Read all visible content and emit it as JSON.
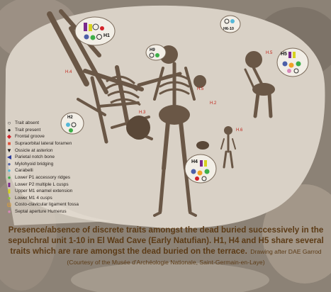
{
  "colors": {
    "background": "#8c8276",
    "sheet": "#d9d1c6",
    "bone": "#6a5746",
    "caption": "#5c3b16",
    "red_label": "#c0271c"
  },
  "burials": [
    {
      "id": "h1",
      "label": "H1"
    },
    {
      "id": "h9",
      "label": "H9"
    },
    {
      "id": "h6_10",
      "label": "H6-10"
    },
    {
      "id": "h5",
      "label": "H5"
    },
    {
      "id": "h2",
      "label": "H2"
    },
    {
      "id": "h4",
      "label": "H4"
    }
  ],
  "red_labels": [
    "H.4",
    "H.3",
    "H.5",
    "H.2",
    "H.5",
    "H.6"
  ],
  "legend": [
    {
      "icon": "open-circle-icon",
      "symbol": "○",
      "color": "#222222",
      "label": "Trait absent"
    },
    {
      "icon": "filled-circle-icon",
      "symbol": "●",
      "color": "#222222",
      "label": "Trait present"
    },
    {
      "icon": "diamond-icon",
      "symbol": "◆",
      "color": "#d2232a",
      "label": "Frontal groove"
    },
    {
      "icon": "square-icon",
      "symbol": "■",
      "color": "#e0533a",
      "label": "Supraorbital lateral foramen"
    },
    {
      "icon": "wedge-icon",
      "symbol": "▼",
      "color": "#1c1c1c",
      "label": "Ossicle at asterion"
    },
    {
      "icon": "triangle-icon",
      "symbol": "◀",
      "color": "#2a3a9a",
      "label": "Parietal notch bone"
    },
    {
      "icon": "circle-icon",
      "symbol": "●",
      "color": "#4d5fa8",
      "label": "Mylohyoid bridging"
    },
    {
      "icon": "circle-icon",
      "symbol": "●",
      "color": "#55b8d8",
      "label": "Carabelli"
    },
    {
      "icon": "circle-icon",
      "symbol": "●",
      "color": "#3cae48",
      "label": "Lower P1 accessory ridges"
    },
    {
      "icon": "bar-icon",
      "symbol": "▮",
      "color": "#7a2a8c",
      "label": "Lower P2 multiple L cusps"
    },
    {
      "icon": "bar-icon",
      "symbol": "▮",
      "color": "#d7d21f",
      "label": "Upper M1 enamel extension"
    },
    {
      "icon": "circle-icon",
      "symbol": "●",
      "color": "#8fc43c",
      "label": "Lower M1 4 cusps"
    },
    {
      "icon": "ring-icon",
      "symbol": "◎",
      "color": "#f0a224",
      "label": "Costo-clavicular ligament fossa"
    },
    {
      "icon": "circle-icon",
      "symbol": "●",
      "color": "#d889b8",
      "label": "Septal aperture Humerus"
    }
  ],
  "caption": {
    "main": "Presence/absence of discrete traits amongst the dead buried successively in the sepulchral unit 1-10 in El Wad Cave (Early Natufian). H1, H4 and H5 share several traits which are rare amongst the dead buried on the terrace.",
    "credit": "Drawing after DAE Garrod (Courtesy of the Musée d'Archéologie Nationale, Saint-Germain-en-Laye)"
  }
}
